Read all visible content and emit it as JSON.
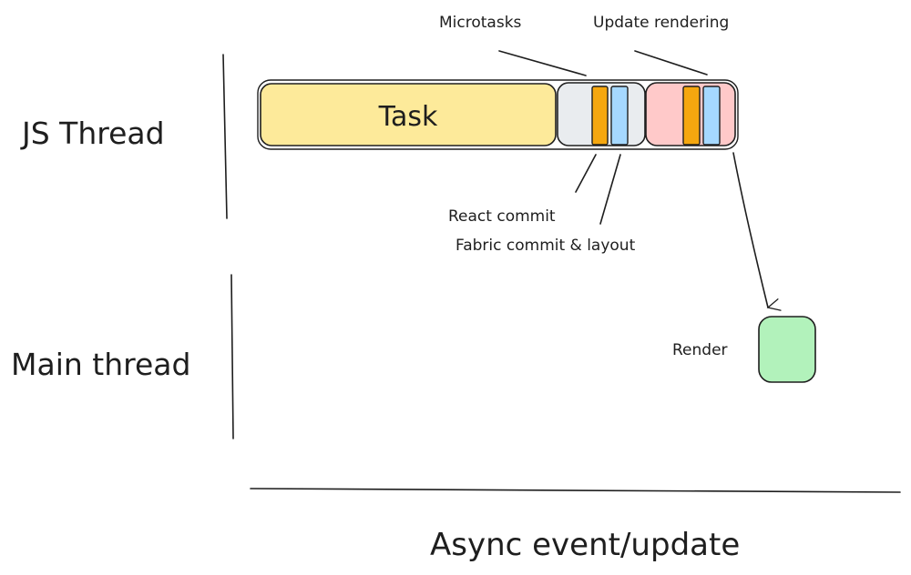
{
  "rows": [
    {
      "label": "JS Thread"
    },
    {
      "label": "Main thread"
    }
  ],
  "blocks": {
    "task": {
      "label": "Task",
      "color": "#fdea9a"
    },
    "microtasks_group": {
      "color": "#e9ecef"
    },
    "update_rendering_group": {
      "color": "#ffc9c9"
    },
    "react_commit_color": "#f5a70f",
    "fabric_commit_color": "#a5d8ff",
    "render_block": {
      "color": "#b2f2bb"
    }
  },
  "annotations": {
    "microtasks": "Microtasks",
    "update_rendering": "Update rendering",
    "react_commit": "React commit",
    "fabric_commit": "Fabric commit & layout",
    "render": "Render"
  },
  "axis": {
    "label": "Async event/update"
  }
}
